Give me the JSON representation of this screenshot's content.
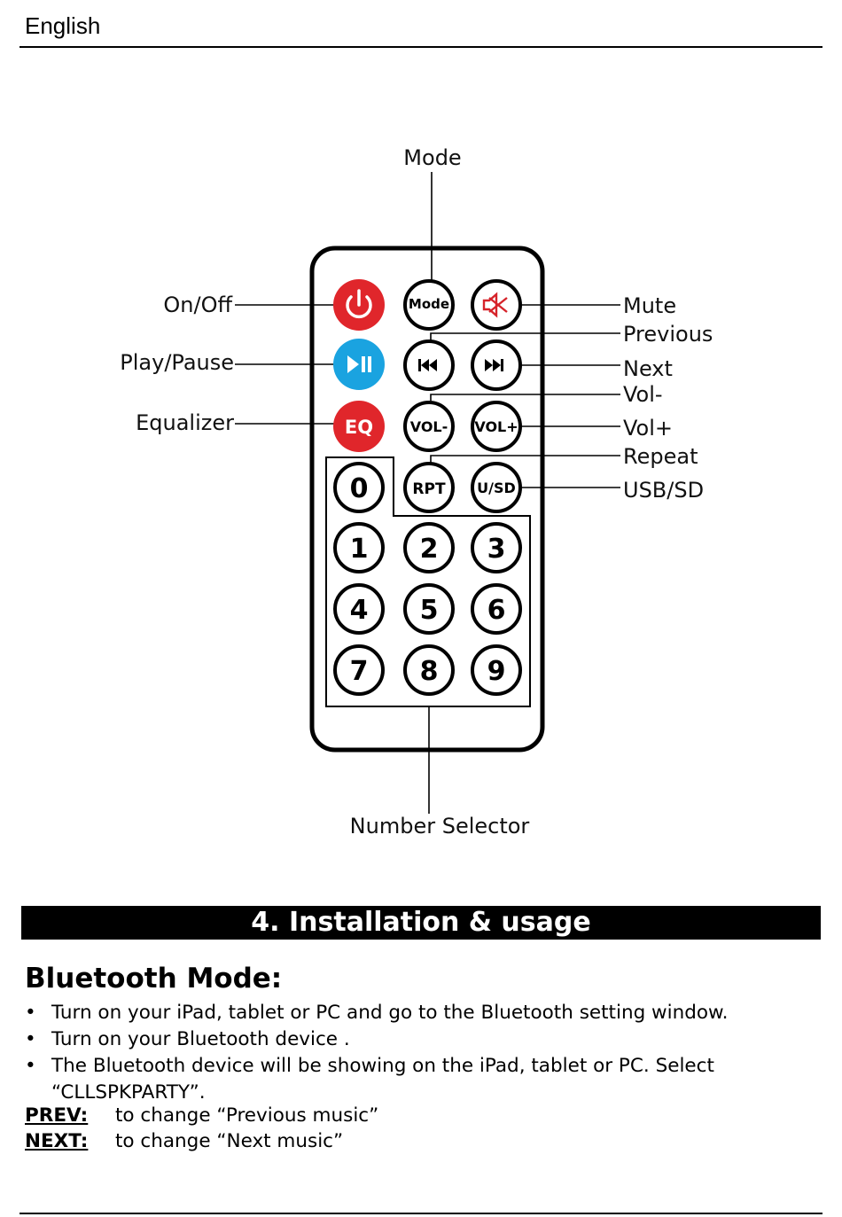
{
  "header": {
    "language": "English"
  },
  "diagram": {
    "labels": {
      "mode": "Mode",
      "on_off": "On/Off",
      "play_pause": "Play/Pause",
      "equalizer": "Equalizer",
      "mute": "Mute",
      "previous": "Previous",
      "next": "Next",
      "vol_minus": "Vol-",
      "vol_plus": "Vol+",
      "repeat": "Repeat",
      "usb_sd": "USB/SD",
      "number_selector": "Number Selector"
    },
    "buttons": {
      "mode": "Mode",
      "eq": "EQ",
      "vol_minus": "VOL-",
      "vol_plus": "VOL+",
      "rpt": "RPT",
      "usd": "U/SD",
      "digits": [
        "0",
        "1",
        "2",
        "3",
        "4",
        "5",
        "6",
        "7",
        "8",
        "9"
      ]
    },
    "colors": {
      "power": "#e0262b",
      "play": "#1aa3e0",
      "eq": "#e0262b"
    }
  },
  "section": {
    "title": "4. Installation & usage"
  },
  "bluetooth": {
    "heading": "Bluetooth Mode:",
    "bullets": [
      "Turn on your iPad, tablet or PC and go to the Bluetooth setting window.",
      "Turn on your Bluetooth device .",
      "The Bluetooth device will be showing on the iPad, tablet or PC. Select “CLLSPKPARTY”."
    ],
    "definitions": [
      {
        "term": "PREV:",
        "desc": "to change “Previous music”"
      },
      {
        "term": "NEXT:",
        "desc": "to change “Next music”"
      }
    ]
  }
}
